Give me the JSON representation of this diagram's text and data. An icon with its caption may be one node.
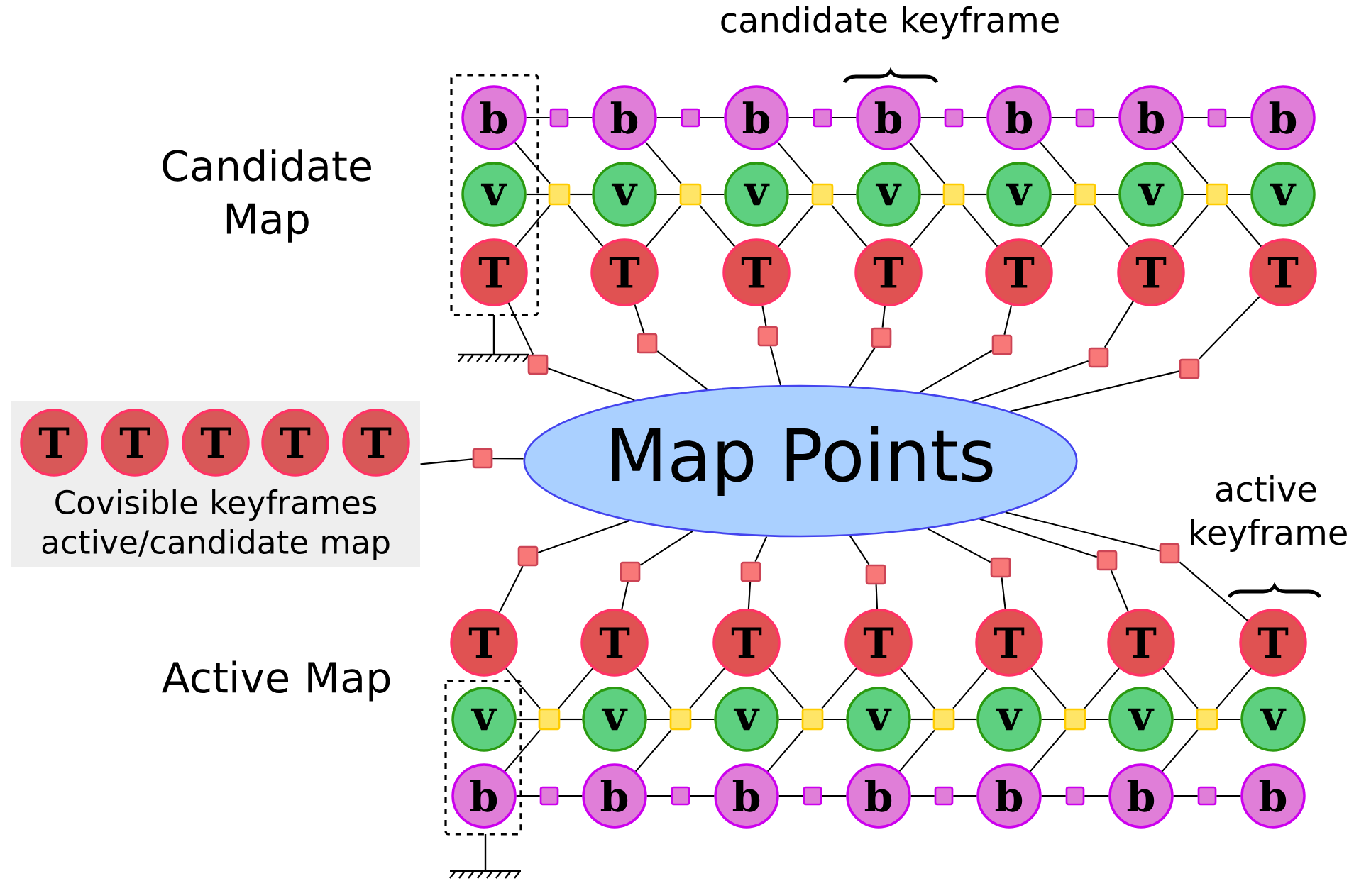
{
  "diagram": {
    "nodes": [
      {
        "text": [
          "Covisible keyframes active/candidate map"
        ]
      },
      {
        "text": [
          "T"
        ],
        "in": 0
      },
      {
        "text": [
          "T"
        ],
        "in": 0
      },
      {
        "text": [
          "T"
        ],
        "in": 0
      },
      {
        "text": [
          "T"
        ],
        "in": 0
      },
      {
        "text": [
          "T"
        ],
        "in": 0
      },
      {
        "text": [
          "b"
        ]
      },
      {
        "text": [],
        "shape": "box"
      },
      {
        "text": [
          "b"
        ]
      },
      {
        "text": [],
        "shape": "box"
      },
      {
        "text": [
          "b"
        ]
      },
      {
        "text": [],
        "shape": "box"
      },
      {
        "text": [
          "b"
        ]
      },
      {
        "text": [],
        "shape": "box"
      },
      {
        "text": [
          "b"
        ]
      },
      {
        "text": [],
        "shape": "box"
      },
      {
        "text": [
          "b"
        ]
      },
      {
        "text": [],
        "shape": "box"
      },
      {
        "text": [
          "b"
        ]
      },
      {
        "text": [
          "v"
        ]
      },
      {
        "text": [],
        "shape": "box"
      },
      {
        "text": [
          "v"
        ]
      },
      {
        "text": [],
        "shape": "box"
      },
      {
        "text": [
          "v"
        ]
      },
      {
        "text": [],
        "shape": "box"
      },
      {
        "text": [
          "v"
        ]
      },
      {
        "text": [],
        "shape": "box"
      },
      {
        "text": [
          "v"
        ]
      },
      {
        "text": [],
        "shape": "box"
      },
      {
        "text": [
          "v"
        ]
      },
      {
        "text": [],
        "shape": "box"
      },
      {
        "text": [
          "v"
        ]
      },
      {
        "text": [
          "T"
        ]
      },
      {
        "text": [
          "T"
        ]
      },
      {
        "text": [
          "T"
        ]
      },
      {
        "text": [
          "T"
        ]
      },
      {
        "text": [
          "T"
        ]
      },
      {
        "text": [
          "T"
        ]
      },
      {
        "text": [
          "T"
        ]
      },
      {
        "text": [],
        "shape": "box"
      },
      {
        "text": [],
        "shape": "box"
      },
      {
        "text": [],
        "shape": "box"
      },
      {
        "text": [],
        "shape": "box"
      },
      {
        "text": [],
        "shape": "box"
      },
      {
        "text": [],
        "shape": "box"
      },
      {
        "text": [],
        "shape": "box"
      },
      {
        "text": [],
        "shape": "box"
      },
      {
        "text": [
          "Map Points"
        ]
      },
      {
        "text": [],
        "shape": "box"
      },
      {
        "text": [],
        "shape": "box"
      },
      {
        "text": [],
        "shape": "box"
      },
      {
        "text": [],
        "shape": "box"
      },
      {
        "text": [],
        "shape": "box"
      },
      {
        "text": [],
        "shape": "box"
      },
      {
        "text": [],
        "shape": "box"
      },
      {
        "text": [
          "T"
        ]
      },
      {
        "text": [
          "T"
        ]
      },
      {
        "text": [
          "T"
        ]
      },
      {
        "text": [
          "T"
        ]
      },
      {
        "text": [
          "T"
        ]
      },
      {
        "text": [
          "T"
        ]
      },
      {
        "text": [
          "T"
        ]
      },
      {
        "text": [
          "v"
        ]
      },
      {
        "text": [],
        "shape": "box"
      },
      {
        "text": [
          "v"
        ]
      },
      {
        "text": [],
        "shape": "box"
      },
      {
        "text": [
          "v"
        ]
      },
      {
        "text": [],
        "shape": "box"
      },
      {
        "text": [
          "v"
        ]
      },
      {
        "text": [],
        "shape": "box"
      },
      {
        "text": [
          "v"
        ]
      },
      {
        "text": [],
        "shape": "box"
      },
      {
        "text": [
          "v"
        ]
      },
      {
        "text": [],
        "shape": "box"
      },
      {
        "text": [
          "v"
        ]
      },
      {
        "text": [
          "b"
        ]
      },
      {
        "text": [],
        "shape": "box"
      },
      {
        "text": [
          "b"
        ]
      },
      {
        "text": [],
        "shape": "box"
      },
      {
        "text": [
          "b"
        ]
      },
      {
        "text": [],
        "shape": "box"
      },
      {
        "text": [
          "b"
        ]
      },
      {
        "text": [],
        "shape": "box"
      },
      {
        "text": [
          "b"
        ]
      },
      {
        "text": [],
        "shape": "box"
      },
      {
        "text": [
          "b"
        ]
      },
      {
        "text": [],
        "shape": "box"
      },
      {
        "text": [
          "b"
        ]
      }
    ],
    "edges": [
      {
        "from": 6,
        "to": 7,
        "arrow": "none"
      },
      {
        "from": 7,
        "to": 8,
        "arrow": "none"
      },
      {
        "from": 8,
        "to": 9,
        "arrow": "none"
      },
      {
        "from": 9,
        "to": 10,
        "arrow": "none"
      },
      {
        "from": 10,
        "to": 11,
        "arrow": "none"
      },
      {
        "from": 11,
        "to": 12,
        "arrow": "none"
      },
      {
        "from": 12,
        "to": 13,
        "arrow": "none"
      },
      {
        "from": 13,
        "to": 14,
        "arrow": "none"
      },
      {
        "from": 14,
        "to": 15,
        "arrow": "none"
      },
      {
        "from": 15,
        "to": 16,
        "arrow": "none"
      },
      {
        "from": 16,
        "to": 17,
        "arrow": "none"
      },
      {
        "from": 17,
        "to": 18,
        "arrow": "none"
      },
      {
        "from": 19,
        "to": 20,
        "arrow": "none"
      },
      {
        "from": 20,
        "to": 21,
        "arrow": "none"
      },
      {
        "from": 21,
        "to": 22,
        "arrow": "none"
      },
      {
        "from": 22,
        "to": 23,
        "arrow": "none"
      },
      {
        "from": 23,
        "to": 24,
        "arrow": "none"
      },
      {
        "from": 24,
        "to": 25,
        "arrow": "none"
      },
      {
        "from": 25,
        "to": 26,
        "arrow": "none"
      },
      {
        "from": 26,
        "to": 27,
        "arrow": "none"
      },
      {
        "from": 27,
        "to": 28,
        "arrow": "none"
      },
      {
        "from": 28,
        "to": 29,
        "arrow": "none"
      },
      {
        "from": 29,
        "to": 30,
        "arrow": "none"
      },
      {
        "from": 30,
        "to": 31,
        "arrow": "none"
      },
      {
        "from": 6,
        "to": 20,
        "arrow": "none"
      },
      {
        "from": 32,
        "to": 20,
        "arrow": "none"
      },
      {
        "from": 33,
        "to": 20,
        "arrow": "none"
      },
      {
        "from": 8,
        "to": 22,
        "arrow": "none"
      },
      {
        "from": 33,
        "to": 22,
        "arrow": "none"
      },
      {
        "from": 34,
        "to": 22,
        "arrow": "none"
      },
      {
        "from": 10,
        "to": 24,
        "arrow": "none"
      },
      {
        "from": 34,
        "to": 24,
        "arrow": "none"
      },
      {
        "from": 35,
        "to": 24,
        "arrow": "none"
      },
      {
        "from": 12,
        "to": 26,
        "arrow": "none"
      },
      {
        "from": 35,
        "to": 26,
        "arrow": "none"
      },
      {
        "from": 36,
        "to": 26,
        "arrow": "none"
      },
      {
        "from": 14,
        "to": 28,
        "arrow": "none"
      },
      {
        "from": 36,
        "to": 28,
        "arrow": "none"
      },
      {
        "from": 37,
        "to": 28,
        "arrow": "none"
      },
      {
        "from": 16,
        "to": 30,
        "arrow": "none"
      },
      {
        "from": 37,
        "to": 30,
        "arrow": "none"
      },
      {
        "from": 38,
        "to": 30,
        "arrow": "none"
      },
      {
        "from": 32,
        "to": 39,
        "arrow": "none"
      },
      {
        "from": 33,
        "to": 40,
        "arrow": "none"
      },
      {
        "from": 34,
        "to": 41,
        "arrow": "none"
      },
      {
        "from": 35,
        "to": 42,
        "arrow": "none"
      },
      {
        "from": 36,
        "to": 43,
        "arrow": "none"
      },
      {
        "from": 37,
        "to": 44,
        "arrow": "none"
      },
      {
        "from": 38,
        "to": 45,
        "arrow": "none"
      },
      {
        "from": 39,
        "to": 47,
        "arrow": "none"
      },
      {
        "from": 40,
        "to": 47,
        "arrow": "none"
      },
      {
        "from": 41,
        "to": 47,
        "arrow": "none"
      },
      {
        "from": 42,
        "to": 47,
        "arrow": "none"
      },
      {
        "from": 43,
        "to": 47,
        "arrow": "none"
      },
      {
        "from": 44,
        "to": 47,
        "arrow": "none"
      },
      {
        "from": 45,
        "to": 47,
        "arrow": "none"
      },
      {
        "from": 0,
        "to": 46,
        "arrow": "none"
      },
      {
        "from": 46,
        "to": 47,
        "arrow": "none"
      },
      {
        "from": 47,
        "to": 48,
        "arrow": "none"
      },
      {
        "from": 47,
        "to": 49,
        "arrow": "none"
      },
      {
        "from": 47,
        "to": 50,
        "arrow": "none"
      },
      {
        "from": 47,
        "to": 51,
        "arrow": "none"
      },
      {
        "from": 47,
        "to": 52,
        "arrow": "none"
      },
      {
        "from": 47,
        "to": 53,
        "arrow": "none"
      },
      {
        "from": 47,
        "to": 54,
        "arrow": "none"
      },
      {
        "from": 48,
        "to": 55,
        "arrow": "none"
      },
      {
        "from": 49,
        "to": 56,
        "arrow": "none"
      },
      {
        "from": 50,
        "to": 57,
        "arrow": "none"
      },
      {
        "from": 51,
        "to": 58,
        "arrow": "none"
      },
      {
        "from": 52,
        "to": 59,
        "arrow": "none"
      },
      {
        "from": 53,
        "to": 60,
        "arrow": "none"
      },
      {
        "from": 54,
        "to": 61,
        "arrow": "none"
      },
      {
        "from": 62,
        "to": 63,
        "arrow": "none"
      },
      {
        "from": 63,
        "to": 64,
        "arrow": "none"
      },
      {
        "from": 64,
        "to": 65,
        "arrow": "none"
      },
      {
        "from": 65,
        "to": 66,
        "arrow": "none"
      },
      {
        "from": 66,
        "to": 67,
        "arrow": "none"
      },
      {
        "from": 67,
        "to": 68,
        "arrow": "none"
      },
      {
        "from": 68,
        "to": 69,
        "arrow": "none"
      },
      {
        "from": 69,
        "to": 70,
        "arrow": "none"
      },
      {
        "from": 70,
        "to": 71,
        "arrow": "none"
      },
      {
        "from": 71,
        "to": 72,
        "arrow": "none"
      },
      {
        "from": 72,
        "to": 73,
        "arrow": "none"
      },
      {
        "from": 73,
        "to": 74,
        "arrow": "none"
      },
      {
        "from": 75,
        "to": 76,
        "arrow": "none"
      },
      {
        "from": 76,
        "to": 77,
        "arrow": "none"
      },
      {
        "from": 77,
        "to": 78,
        "arrow": "none"
      },
      {
        "from": 78,
        "to": 79,
        "arrow": "none"
      },
      {
        "from": 79,
        "to": 80,
        "arrow": "none"
      },
      {
        "from": 80,
        "to": 81,
        "arrow": "none"
      },
      {
        "from": 81,
        "to": 82,
        "arrow": "none"
      },
      {
        "from": 82,
        "to": 83,
        "arrow": "none"
      },
      {
        "from": 83,
        "to": 84,
        "arrow": "none"
      },
      {
        "from": 84,
        "to": 85,
        "arrow": "none"
      },
      {
        "from": 85,
        "to": 86,
        "arrow": "none"
      },
      {
        "from": 86,
        "to": 87,
        "arrow": "none"
      },
      {
        "from": 55,
        "to": 63,
        "arrow": "none"
      },
      {
        "from": 56,
        "to": 63,
        "arrow": "none"
      },
      {
        "from": 75,
        "to": 63,
        "arrow": "none"
      },
      {
        "from": 56,
        "to": 65,
        "arrow": "none"
      },
      {
        "from": 57,
        "to": 65,
        "arrow": "none"
      },
      {
        "from": 77,
        "to": 65,
        "arrow": "none"
      },
      {
        "from": 57,
        "to": 67,
        "arrow": "none"
      },
      {
        "from": 58,
        "to": 67,
        "arrow": "none"
      },
      {
        "from": 79,
        "to": 67,
        "arrow": "none"
      },
      {
        "from": 58,
        "to": 69,
        "arrow": "none"
      },
      {
        "from": 59,
        "to": 69,
        "arrow": "none"
      },
      {
        "from": 81,
        "to": 69,
        "arrow": "none"
      },
      {
        "from": 59,
        "to": 71,
        "arrow": "none"
      },
      {
        "from": 60,
        "to": 71,
        "arrow": "none"
      },
      {
        "from": 83,
        "to": 71,
        "arrow": "none"
      },
      {
        "from": 60,
        "to": 73,
        "arrow": "none"
      },
      {
        "from": 61,
        "to": 73,
        "arrow": "none"
      },
      {
        "from": 85,
        "to": 73,
        "arrow": "none"
      }
    ],
    "labels": [
      "candidate keyframe",
      "Candidate Map",
      "active keyframe",
      "Active Map"
    ]
  }
}
